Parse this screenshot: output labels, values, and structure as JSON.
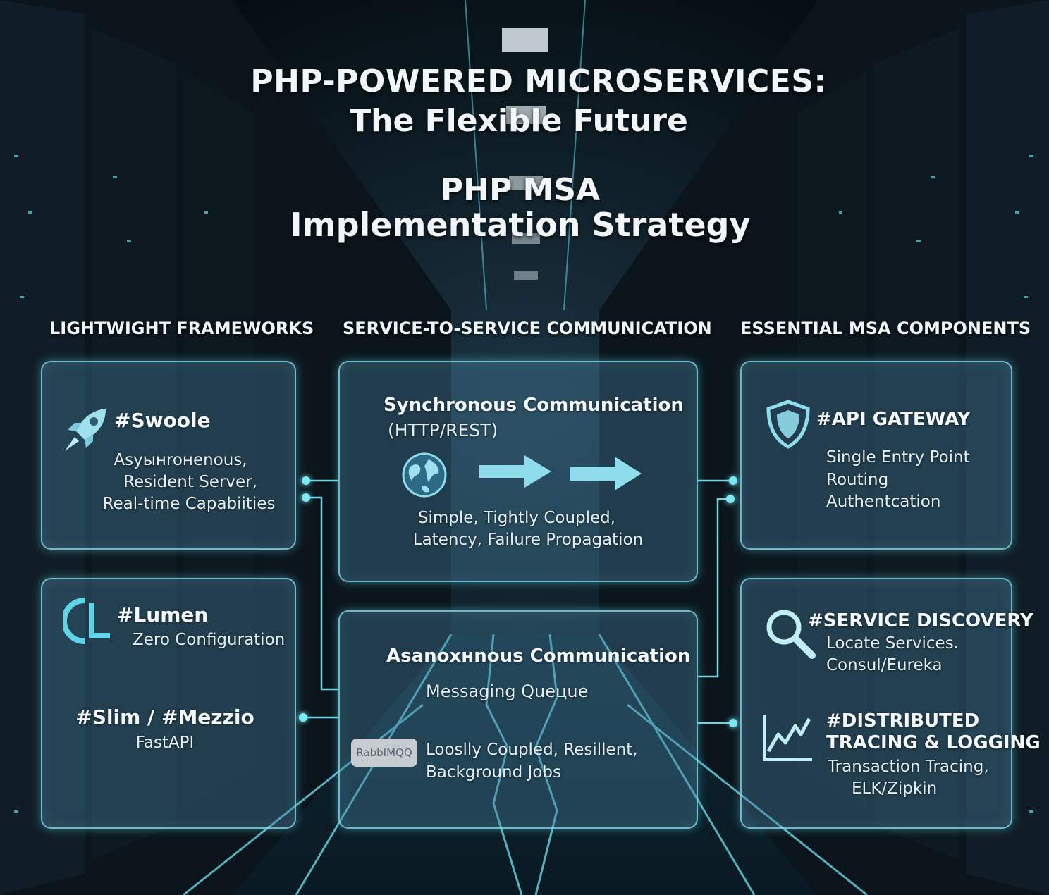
{
  "title": {
    "line1": "PHP-POWERED MICROSERVICES:",
    "line2": "The Flexible Future"
  },
  "subtitle": {
    "line1": "PHP MSA",
    "line2": "Implementation Strategy"
  },
  "columns": [
    {
      "heading": "LIGHTWIGHT FRAMEWORKS"
    },
    {
      "heading": "SERVICE-TO-SERVICE COMMUNICATION"
    },
    {
      "heading": "ESSENTIAL MSA COMPONENTS"
    }
  ],
  "frameworks": {
    "swoole": {
      "title": "#Swoole",
      "lines": [
        "Asyынroнenous,",
        "Resident Server,",
        "Real-time Capabiities"
      ],
      "icon": "rocket-icon"
    },
    "lumen": {
      "title": "#Lumen",
      "lines": [
        "Zero Configuration"
      ],
      "icon": "lumen-logo-icon"
    },
    "slim": {
      "title": "#Slim / #Mezzio",
      "lines": [
        "FastAPI"
      ]
    }
  },
  "communication": {
    "sync": {
      "title_line1": "Synchronous Communication",
      "title_line2": "(HTTP/REST)",
      "lines": [
        "Simple, Tightly Coupled,",
        "Latency, Failure Propagation"
      ],
      "icons": [
        "globe-icon",
        "arrow-right-icon",
        "arrow-right-icon"
      ]
    },
    "async": {
      "title": "Asanoxнnous Communication",
      "queue": "Messaging Queцue",
      "badge": "RabbIMQQ",
      "lines": [
        "Looslly Coupled, Resillent,",
        "Background Jobs"
      ]
    }
  },
  "components": {
    "gateway": {
      "title": "#API GATEWAY",
      "lines": [
        "Single Entry Point",
        "Routing",
        "Authentcation"
      ],
      "icon": "shield-icon"
    },
    "discovery": {
      "title": "#SERVICE DISCOVERY",
      "lines": [
        "Locate Services.",
        "Consul/Eureka"
      ],
      "icon": "magnifier-icon"
    },
    "tracing": {
      "title_line1": "#DISTRIBUTED",
      "title_line2": "TRACING & LOGGING",
      "lines": [
        "Transaction Tracing,",
        "ELK/Zipkin"
      ],
      "icon": "line-chart-icon"
    }
  },
  "colors": {
    "accent": "#7fe9f5",
    "panel_border": "#8ce1f0",
    "background": "#081018"
  }
}
